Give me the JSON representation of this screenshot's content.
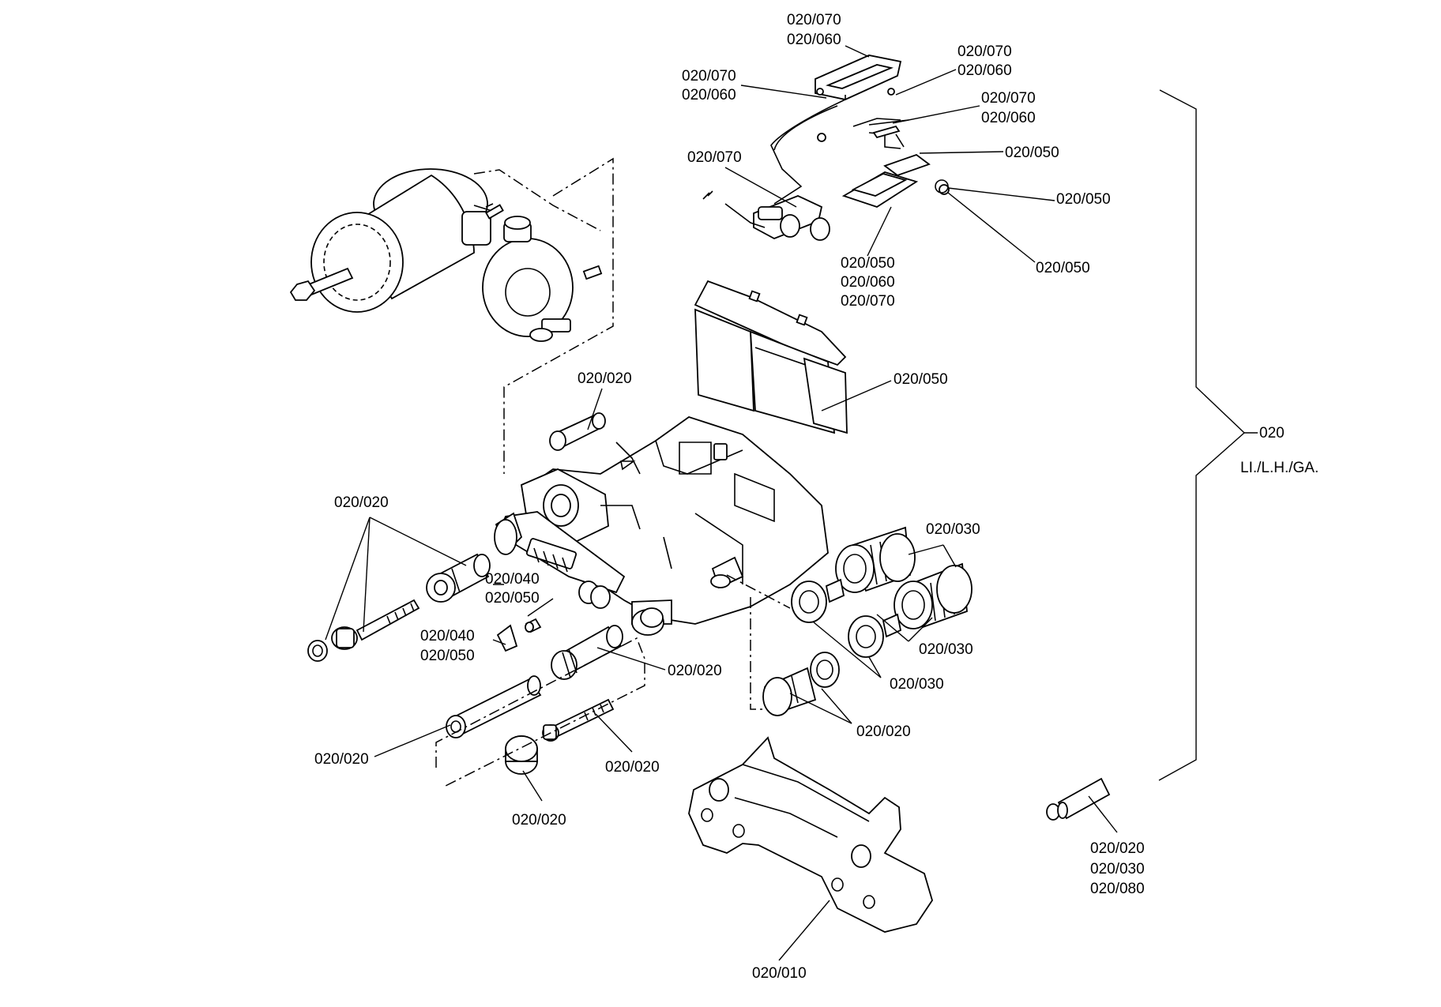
{
  "callouts": {
    "top_1": "020/070",
    "top_2": "020/060",
    "tr_1": "020/070",
    "tr_2": "020/060",
    "tl_1": "020/070",
    "tl_2": "020/060",
    "r1_1": "020/070",
    "r1_2": "020/060",
    "r2": "020/050",
    "l070": "020/070",
    "r3": "020/050",
    "r4": "020/050",
    "pads_1": "020/050",
    "pads_2": "020/060",
    "pads_3": "020/070",
    "pad_main": "020/050",
    "pin_top": "020/020",
    "bolt_left": "020/020",
    "boots_top": "020/030",
    "boots_mid": "020/030",
    "boots_low": "020/030",
    "c040_1": "020/040",
    "c040_2": "020/050",
    "cap_1": "020/040",
    "cap_2": "020/050",
    "bush_mid": "020/020",
    "boot_low_right": "020/020",
    "pin_long": "020/020",
    "bolt_low": "020/020",
    "cap_round": "020/020",
    "carrier": "020/010",
    "tube_1": "020/020",
    "tube_2": "020/030",
    "tube_3": "020/080"
  },
  "group": {
    "number": "020",
    "side": "LI./L.H./GA."
  }
}
